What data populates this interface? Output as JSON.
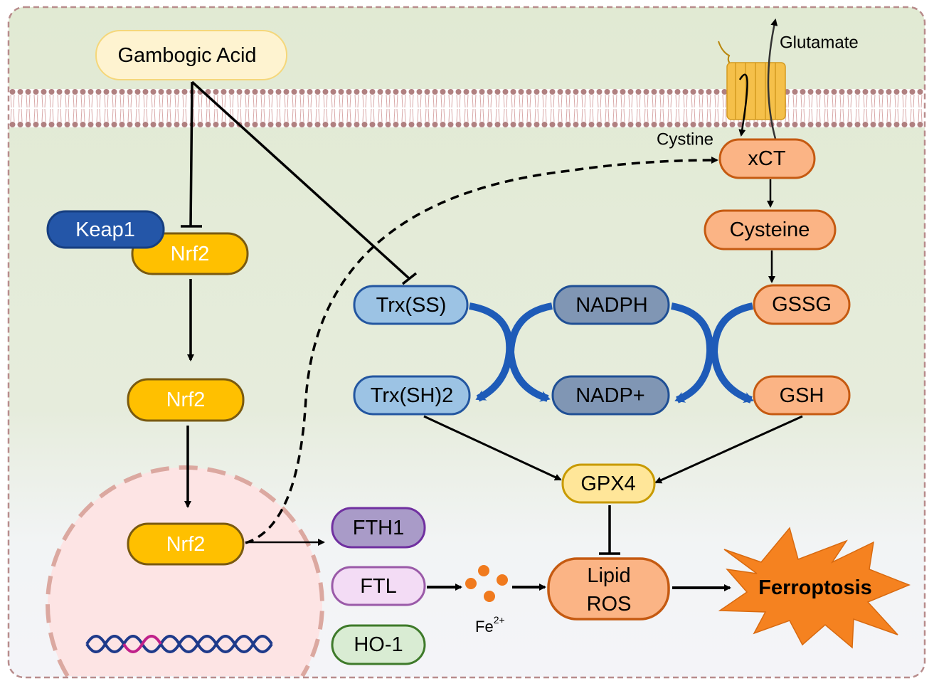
{
  "drug": "Gambogic Acid",
  "transporter": {
    "out_label": "Glutamate",
    "in_label": "Cystine"
  },
  "nodes": {
    "keap1": "Keap1",
    "nrf2_a": "Nrf2",
    "nrf2_b": "Nrf2",
    "nrf2_c": "Nrf2",
    "trx_ss": "Trx(SS)",
    "trx_sh2": "Trx(SH)2",
    "nadph": "NADPH",
    "nadp": "NADP+",
    "gssg": "GSSG",
    "gsh": "GSH",
    "xct": "xCT",
    "cysteine": "Cysteine",
    "gpx4": "GPX4",
    "lipid_ros_1": "Lipid",
    "lipid_ros_2": "ROS",
    "fth1": "FTH1",
    "ftl": "FTL",
    "ho1": "HO-1",
    "fe": "Fe",
    "fe_sup": "2+",
    "ferroptosis": "Ferroptosis"
  },
  "colors": {
    "nrf2": "#ffc000",
    "keap1": "#2456a8",
    "trx": "#9cc3e4",
    "nadph": "#8096b4",
    "glutathione": "#fbb485",
    "gpx4": "#ffe699",
    "fth1": "#a99bc8",
    "ftl": "#f3dcf5",
    "ho1": "#d9ecd3",
    "ferroptosis": "#f58220",
    "membrane": "#b08080"
  }
}
